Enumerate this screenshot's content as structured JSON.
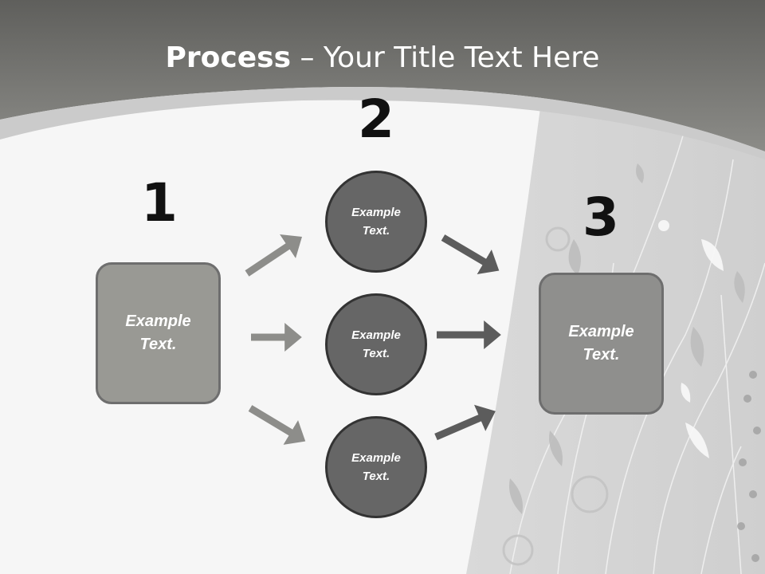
{
  "title": {
    "bold": "Process",
    "rest": " – Your Title Text Here"
  },
  "steps": {
    "one": {
      "number": "1",
      "label": "Example\nText."
    },
    "two": {
      "number": "2",
      "items": [
        {
          "label": "Example\nText."
        },
        {
          "label": "Example\nText."
        },
        {
          "label": "Example\nText."
        }
      ]
    },
    "three": {
      "number": "3",
      "label": "Example\nText."
    }
  },
  "colors": {
    "header": "#7a7a77",
    "box_fill": "#999994",
    "circle_fill": "#666666",
    "arrow_light": "#8d8d8a",
    "arrow_dark": "#5c5c5c"
  }
}
